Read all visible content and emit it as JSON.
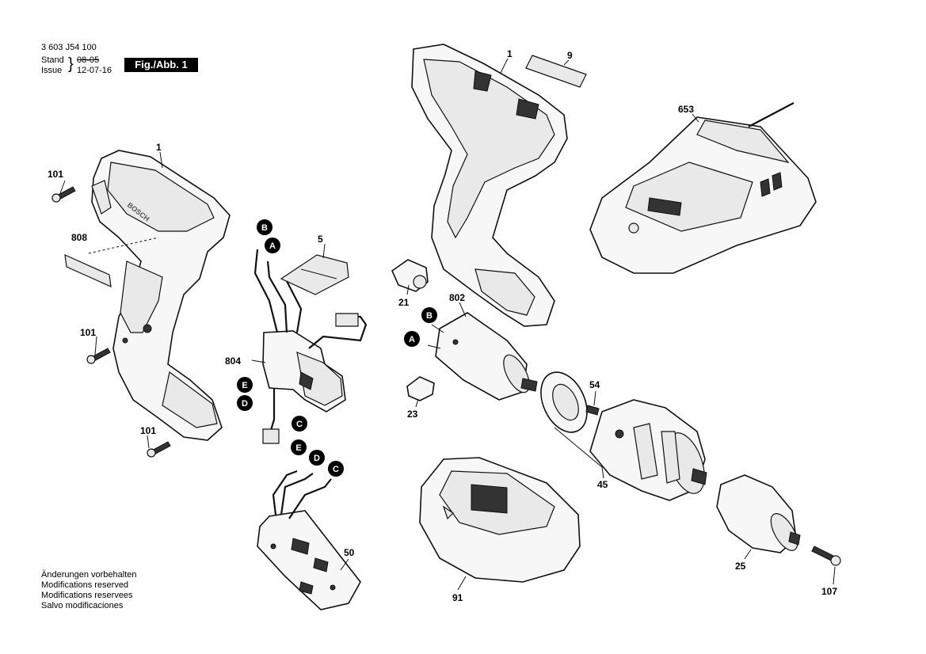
{
  "header": {
    "part_number": "3 603 J54 100",
    "stand_label": "Stand",
    "issue_label": "Issue",
    "stand_date": "08-05",
    "issue_date": "12-07-16",
    "figure_label": "Fig./Abb. 1"
  },
  "notes": [
    "Änderungen vorbehalten",
    "Modifications reserved",
    "Modifications reservees",
    "Salvo modificaciones"
  ],
  "brand_mark": "BOSCH",
  "part_labels": {
    "p1a": "1",
    "p1b": "1",
    "p9": "9",
    "p653": "653",
    "p101a": "101",
    "p101b": "101",
    "p101c": "101",
    "p808": "808",
    "p5": "5",
    "p804": "804",
    "p21": "21",
    "p802": "802",
    "p23": "23",
    "p54": "54",
    "p45": "45",
    "p91": "91",
    "p50": "50",
    "p25": "25",
    "p107": "107"
  },
  "connector_badges": {
    "b_wire": "B",
    "a_wire": "A",
    "e_switch": "E",
    "d_switch": "D",
    "c_switch": "C",
    "e_board": "E",
    "d_board": "D",
    "c_board": "C",
    "b_motor": "B",
    "a_motor": "A"
  },
  "colors": {
    "badge_fill": "#000000",
    "line": "#111111",
    "part_fill": "#f7f7f7"
  }
}
